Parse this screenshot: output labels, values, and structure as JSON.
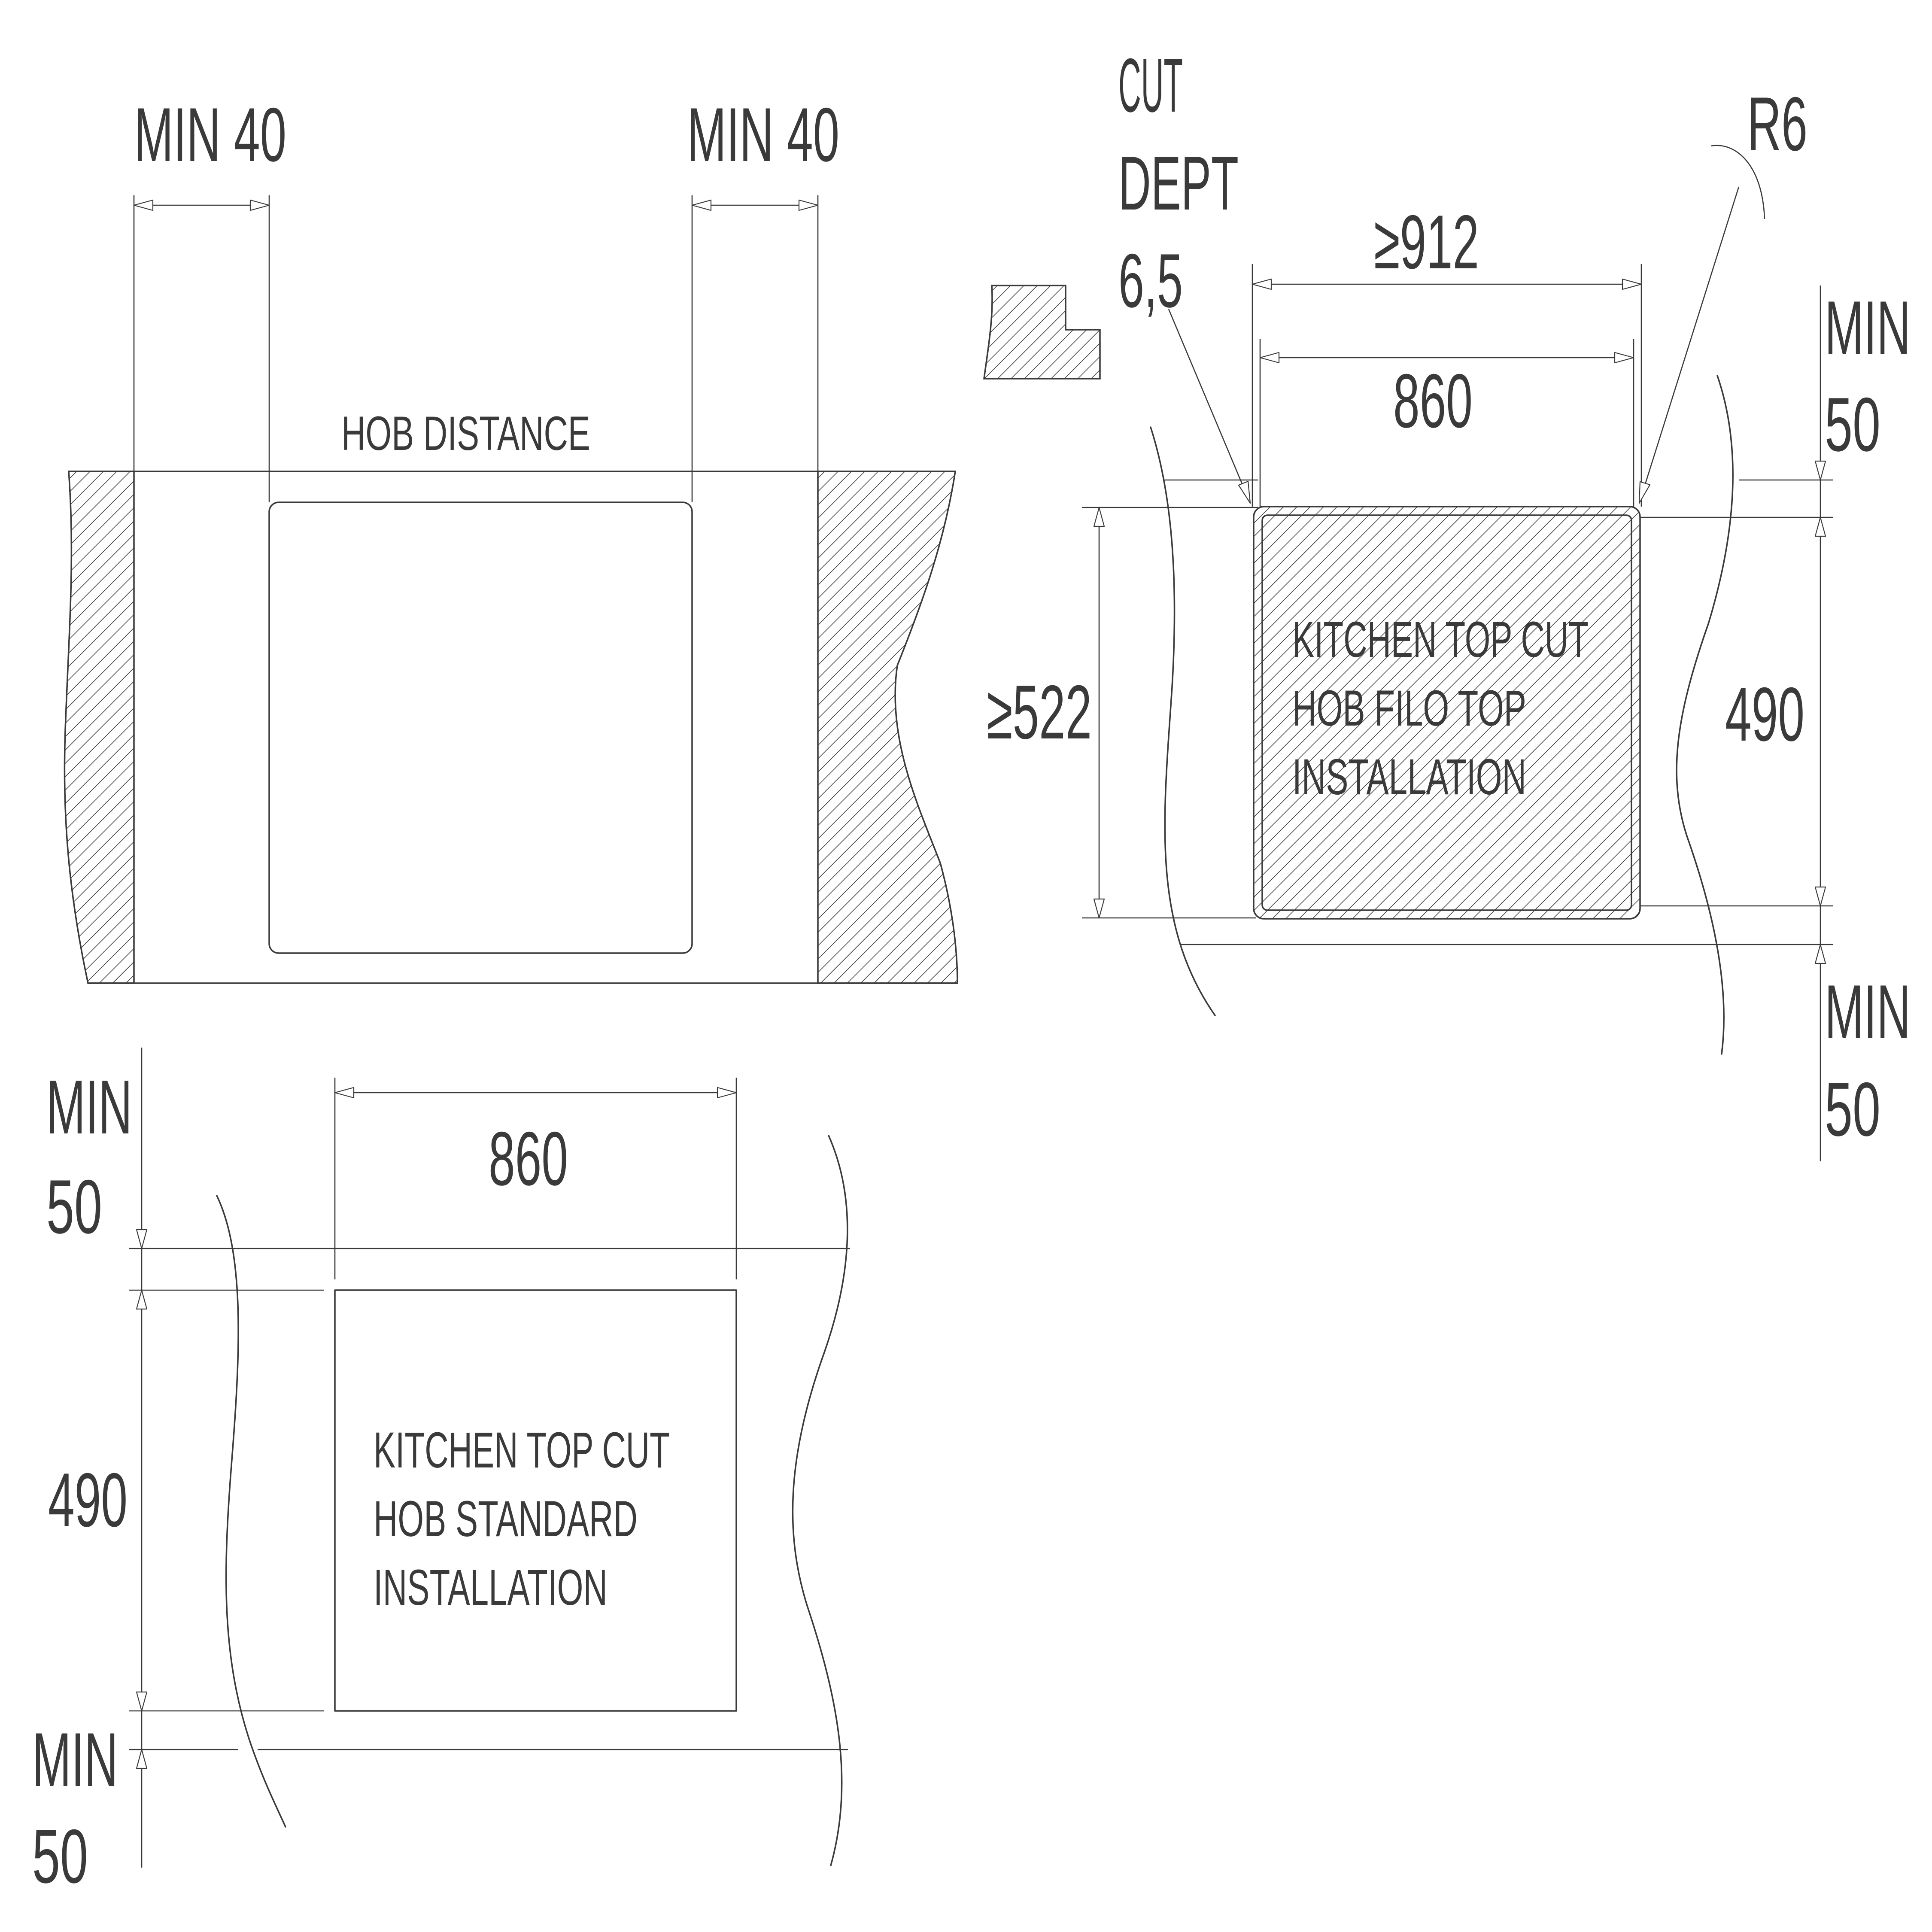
{
  "top_left": {
    "left_margin": "MIN 40",
    "right_margin": "MIN 40",
    "hob_distance": "HOB DISTANCE"
  },
  "top_right": {
    "cut_depth": [
      "CUT",
      "DEPT",
      "6,5"
    ],
    "radius": "R6",
    "outer_width": "≥912",
    "inner_width": "860",
    "outer_height": "≥522",
    "inner_height": "490",
    "top_margin": [
      "MIN",
      "50"
    ],
    "bottom_margin": [
      "MIN",
      "50"
    ],
    "cut_label": [
      "KITCHEN TOP CUT",
      "HOB FILO TOP",
      "INSTALLATION"
    ]
  },
  "bottom_left": {
    "width": "860",
    "height": "490",
    "top_margin": [
      "MIN",
      "50"
    ],
    "bottom_margin": [
      "MIN",
      "50"
    ],
    "cut_label": [
      "KITCHEN TOP CUT",
      "HOB STANDARD",
      "INSTALLATION"
    ]
  }
}
